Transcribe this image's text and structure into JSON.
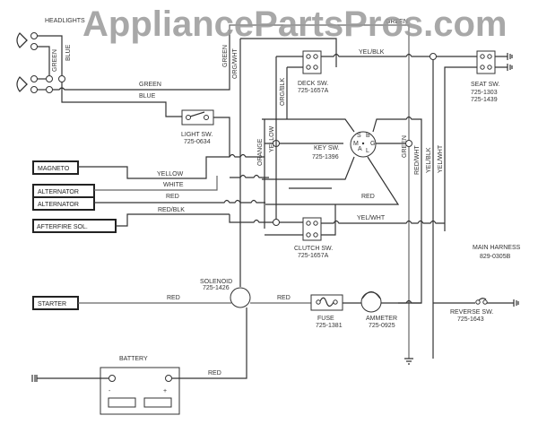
{
  "watermark": "AppliancePartsPros.com",
  "title": "MAIN HARNESS",
  "harness_part": "829-0305B",
  "components": {
    "headlights": "HEADLIGHTS",
    "light_sw": {
      "label": "LIGHT SW.",
      "part": "725-0634"
    },
    "deck_sw": {
      "label": "DECK SW.",
      "part": "725-1657A"
    },
    "seat_sw": {
      "label": "SEAT SW.",
      "part1": "725-1303",
      "part2": "725-1439"
    },
    "key_sw": {
      "label": "KEY SW.",
      "part": "725-1396",
      "pins": [
        "M",
        "S",
        "B",
        "G",
        "L",
        "A"
      ]
    },
    "clutch_sw": {
      "label": "CLUTCH SW.",
      "part": "725-1657A"
    },
    "magneto": "MAGNETO",
    "alternator1": "ALTERNATOR",
    "alternator2": "ALTERNATOR",
    "afterfire": "AFTERFIRE SOL.",
    "starter": "STARTER",
    "solenoid": {
      "label": "SOLENOID",
      "part": "725-1426"
    },
    "fuse": {
      "label": "FUSE",
      "part": "725-1381"
    },
    "ammeter": {
      "label": "AMMETER",
      "part": "725-0925"
    },
    "reverse_sw": {
      "label": "REVERSE SW.",
      "part": "725-1643"
    },
    "battery": {
      "label": "BATTERY",
      "neg": "-",
      "pos": "+"
    }
  },
  "wires": {
    "green_v": "GREEN",
    "blue_v": "BLUE",
    "green_h": "GREEN",
    "blue_h": "BLUE",
    "green_top_v": "GREEN",
    "org_wht": "ORG/WHT",
    "green_top": "GREEN",
    "yel_blk_top": "YEL/BLK",
    "org_blk": "ORG/BLK",
    "orange": "ORANGE",
    "yellow_v": "YELLOW",
    "yellow_h": "YELLOW",
    "white": "WHITE",
    "red_alt": "RED",
    "red_blk": "RED/BLK",
    "red_key": "RED",
    "yel_wht_h": "YEL/WHT",
    "green_r": "GREEN",
    "red_wht": "RED/WHT",
    "yel_blk_v": "YEL/BLK",
    "yel_wht_v": "YEL/WHT",
    "red_starter": "RED",
    "red_sol": "RED",
    "red_batt": "RED"
  }
}
